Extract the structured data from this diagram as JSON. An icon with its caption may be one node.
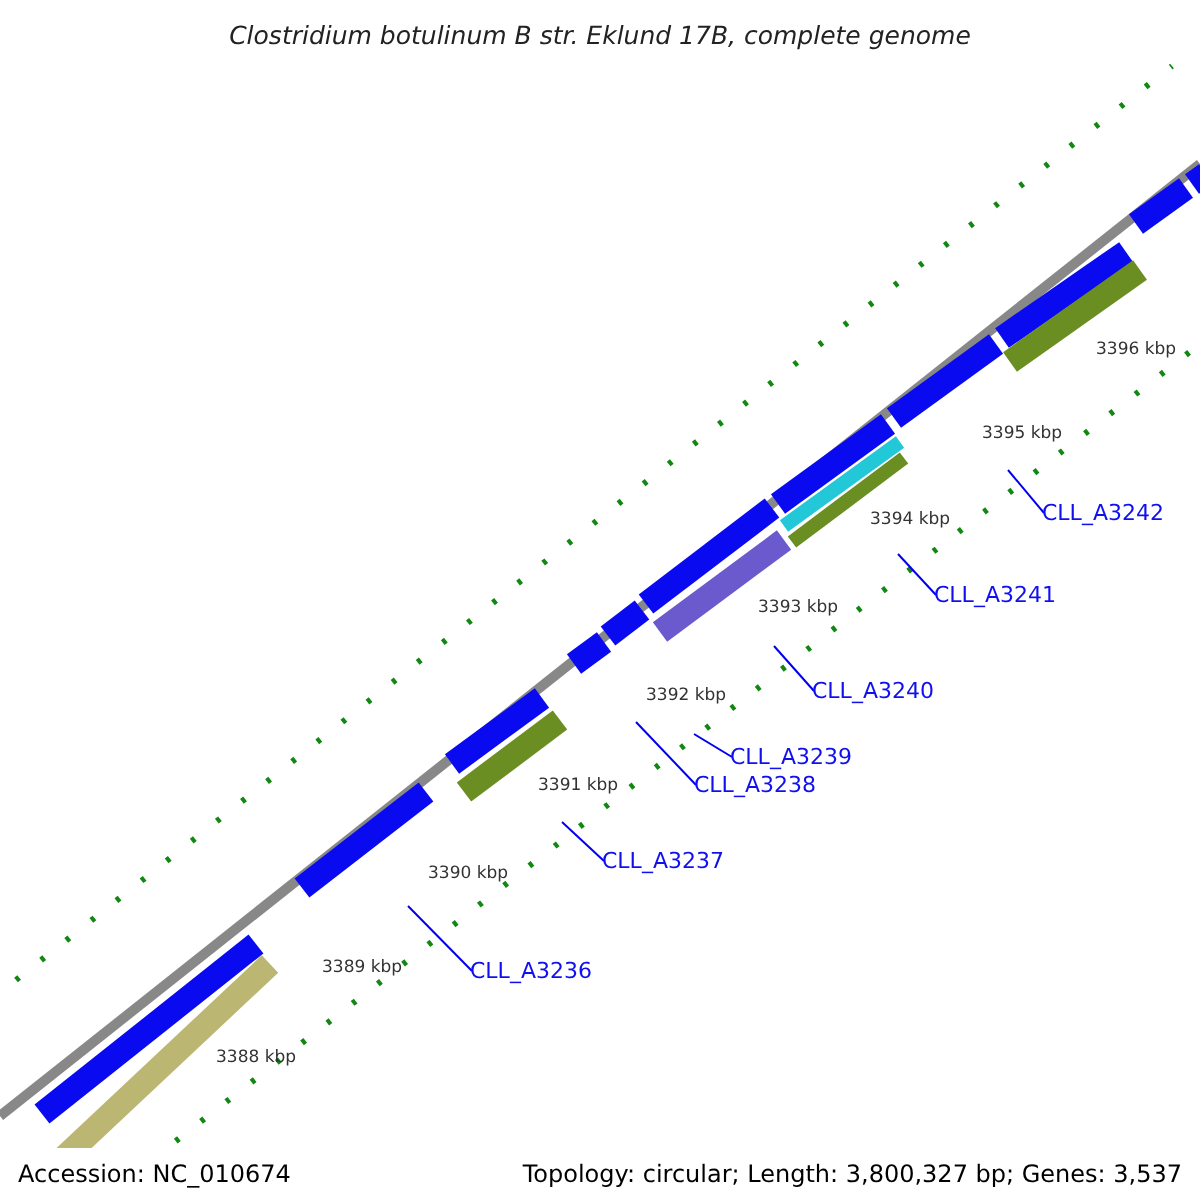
{
  "diagram": {
    "title": "Clostridium botulinum B str. Eklund 17B, complete genome",
    "nodes": [
      {
        "text": [
          "CLL_A3236"
        ]
      },
      {
        "text": [
          "CLL_A3237"
        ]
      },
      {
        "text": [
          "CLL_A3238"
        ]
      },
      {
        "text": [
          "CLL_A3239"
        ]
      },
      {
        "text": [
          "CLL_A3240"
        ]
      },
      {
        "text": [
          "CLL_A3241"
        ]
      },
      {
        "text": [
          "CLL_A3242"
        ]
      }
    ],
    "edges": [
      {
        "from": 0,
        "to": null,
        "arrow": "none"
      },
      {
        "from": 1,
        "to": null,
        "arrow": "none"
      },
      {
        "from": 2,
        "to": null,
        "arrow": "none"
      },
      {
        "from": 3,
        "to": null,
        "arrow": "none"
      },
      {
        "from": 4,
        "to": null,
        "arrow": "none"
      },
      {
        "from": 5,
        "to": null,
        "arrow": "none"
      },
      {
        "from": 6,
        "to": null,
        "arrow": "none"
      }
    ],
    "labels": [
      "3388 kbp",
      "3389 kbp",
      "3390 kbp",
      "3391 kbp",
      "3392 kbp",
      "3393 kbp",
      "3394 kbp",
      "3395 kbp",
      "3396 kbp",
      "Accession: NC_010674",
      "Topology: circular; Length: 3,800,327 bp; Genes: 3,537"
    ]
  }
}
